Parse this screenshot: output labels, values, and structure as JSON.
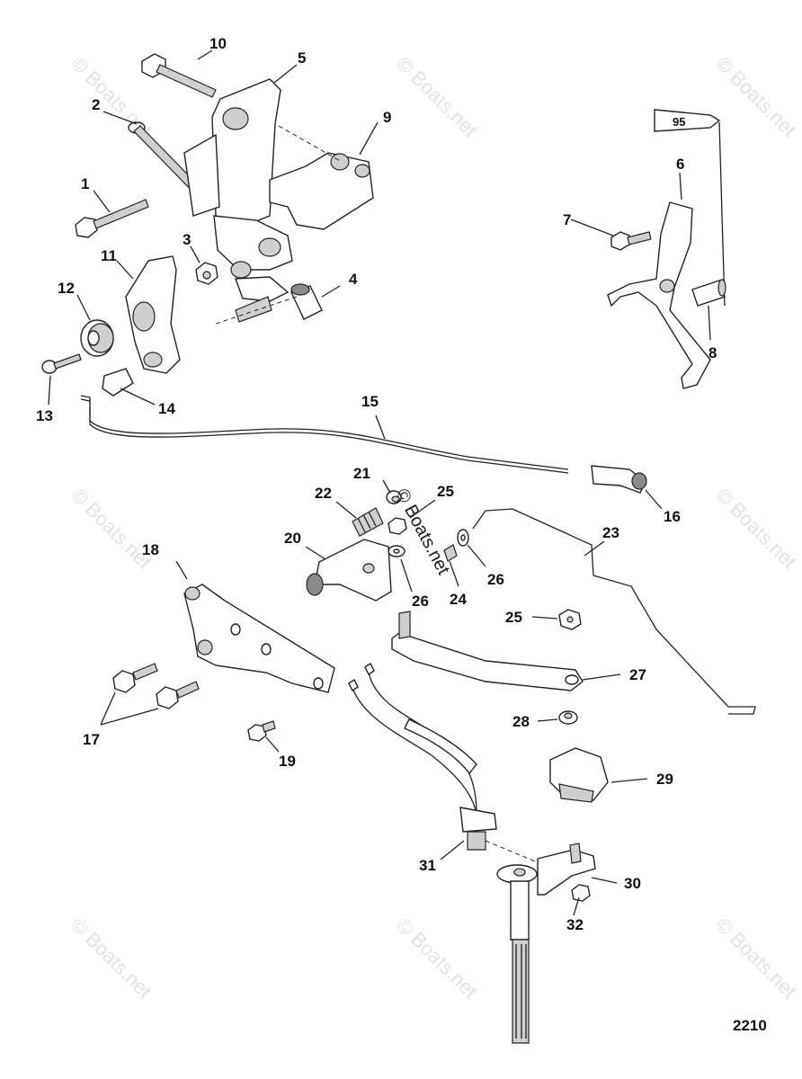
{
  "figure_number": "2210",
  "watermark_text": "© Boats.net",
  "tube_label": "95",
  "callouts": [
    "1",
    "2",
    "3",
    "4",
    "5",
    "6",
    "7",
    "8",
    "9",
    "10",
    "11",
    "12",
    "13",
    "14",
    "15",
    "16",
    "17",
    "17",
    "18",
    "19",
    "20",
    "21",
    "22",
    "23",
    "24",
    "25",
    "25",
    "26",
    "26",
    "27",
    "28",
    "29",
    "30",
    "31",
    "32"
  ]
}
